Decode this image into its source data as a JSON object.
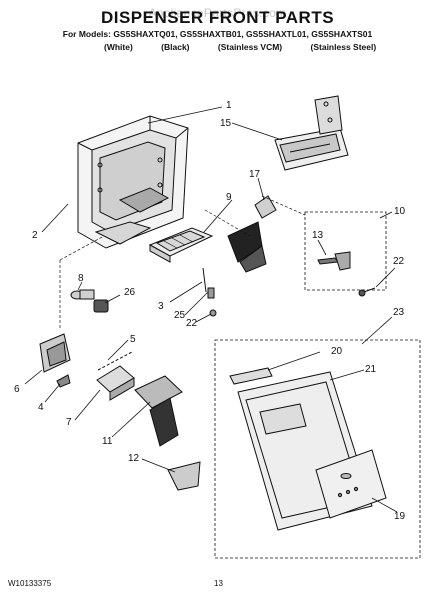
{
  "watermark": "AppliancePartsPros.com",
  "title": "DISPENSER FRONT PARTS",
  "models_line": "For Models: GS5SHAXTQ01, GS5SHAXTB01, GS5SHAXTL01, GS5SHAXTS01",
  "variants": [
    "(White)",
    "(Black)",
    "(Stainless VCM)",
    "(Stainless Steel)"
  ],
  "callouts": [
    "1",
    "15",
    "17",
    "9",
    "10",
    "2",
    "13",
    "22",
    "8",
    "26",
    "3",
    "25",
    "22",
    "23",
    "5",
    "20",
    "21",
    "6",
    "4",
    "7",
    "11",
    "12",
    "19"
  ],
  "footer": {
    "doc_number": "W10133375",
    "page_number": "13"
  }
}
